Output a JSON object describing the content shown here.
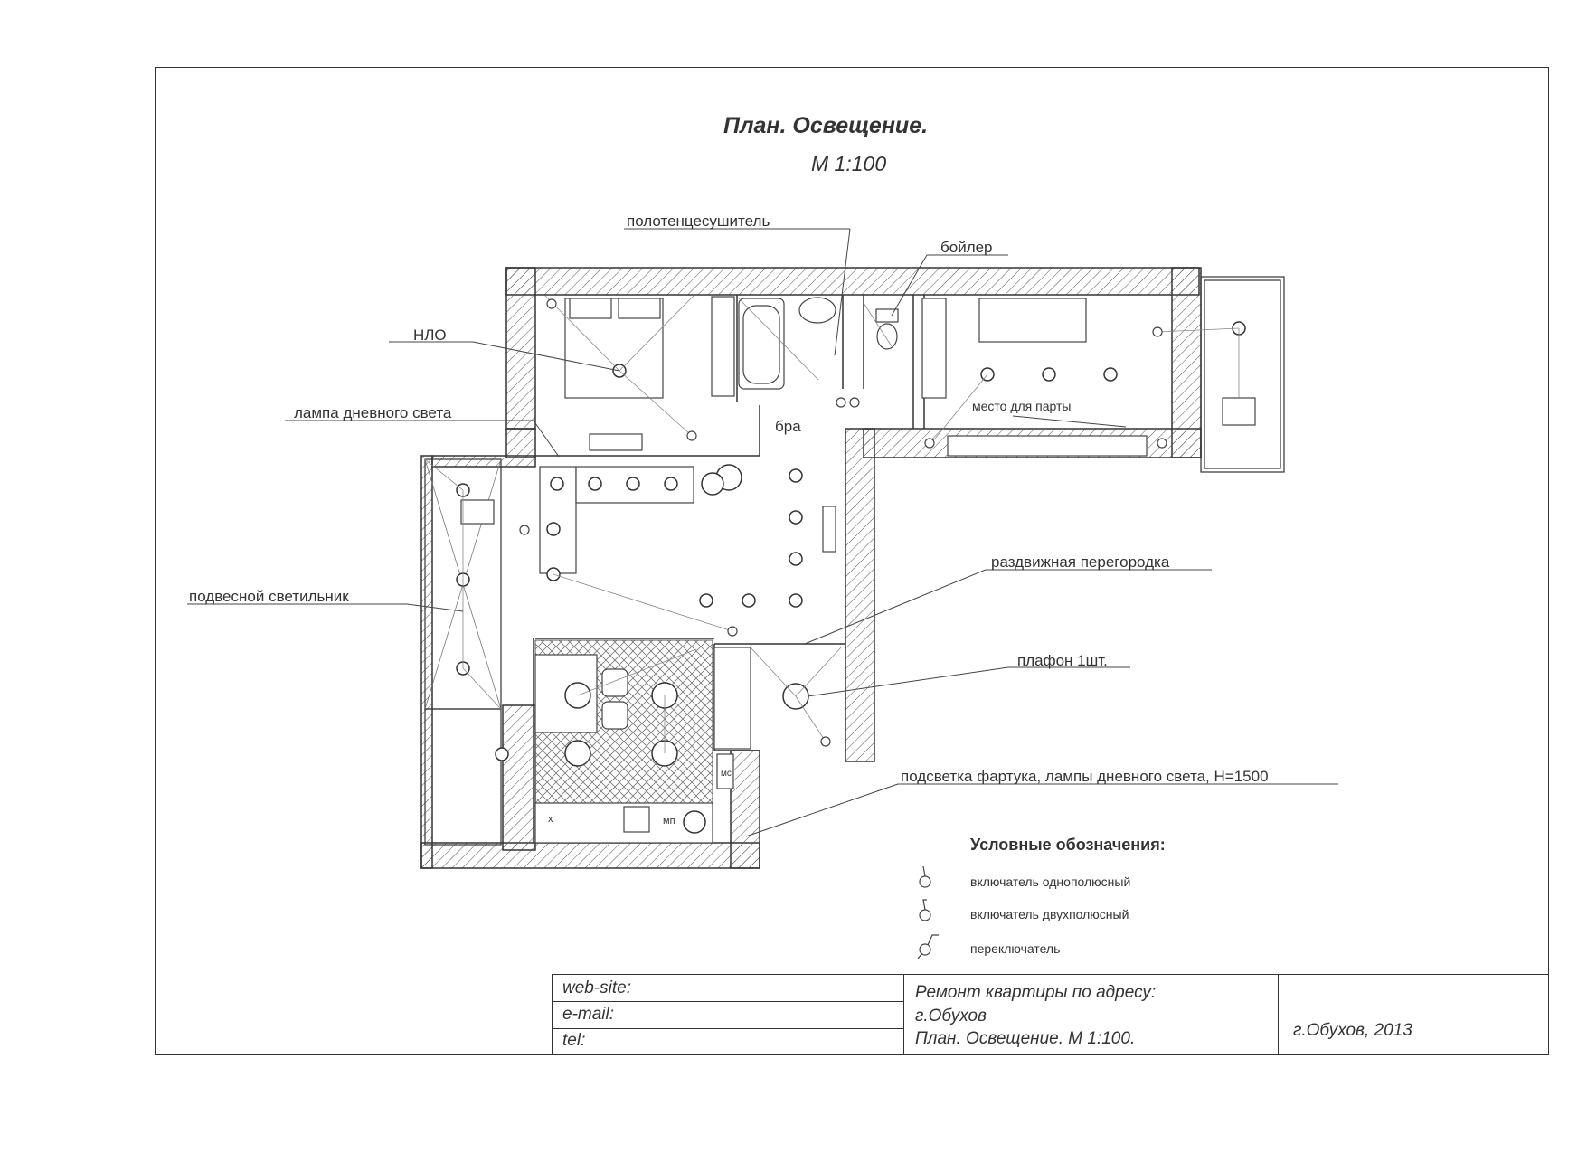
{
  "drawing": {
    "title": "План. Освещение.",
    "scale": "М 1:100"
  },
  "labels": {
    "towel_dryer": "полотенцесушитель",
    "boiler": "бойлер",
    "ufo": "НЛО",
    "daylight_lamp": "лампа дневного света",
    "sconce": "бра",
    "desk_place": "место для парты",
    "sliding_partition": "раздвижная перегородка",
    "pendant_lamp": "подвесной светильник",
    "ceiling_lamp": "плафон 1шт.",
    "backsplash_light": "подсветка фартука, лампы дневного света, Н=1500",
    "kitchen_x": "х",
    "kitchen_mp": "мп",
    "kitchen_ms": "мс"
  },
  "legend": {
    "title": "Условные обозначения:",
    "items": [
      {
        "icon": "single-pole-switch-icon",
        "label": "включатель однополюсный"
      },
      {
        "icon": "double-pole-switch-icon",
        "label": "включатель двухполюсный"
      },
      {
        "icon": "toggle-switch-icon",
        "label": "переключатель"
      }
    ]
  },
  "stamp": {
    "website": "web-site:",
    "email": "e-mail:",
    "tel": "tel:",
    "project_line1": "Ремонт квартиры по адресу:",
    "project_line2": "г.Обухов",
    "project_line3": "План. Освещение. М 1:100.",
    "city_year": "г.Обухов,  2013"
  }
}
